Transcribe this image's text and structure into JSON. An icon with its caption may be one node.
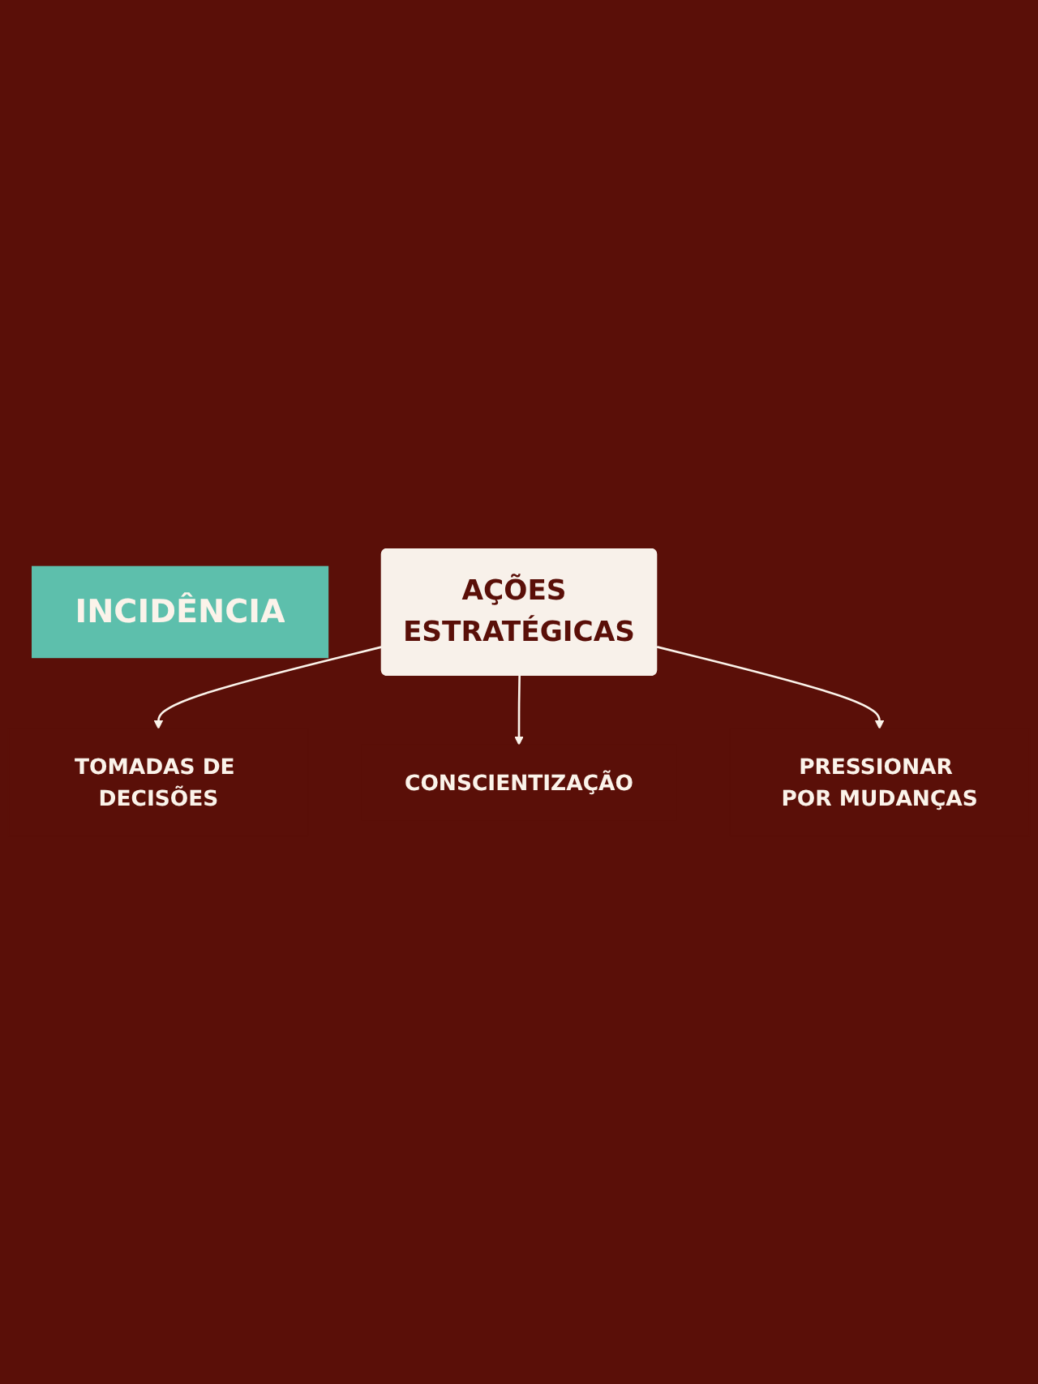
{
  "diagram": {
    "nodes": [
      {
        "text": [
          "INCIDÊNCIA"
        ]
      },
      {
        "text": [
          "AÇÕES ESTRATÉGICAS"
        ]
      },
      {
        "text": [
          "TOMADAS DE DECISÕES"
        ]
      },
      {
        "text": [
          "CONSCIENTIZAÇÃO"
        ]
      },
      {
        "text": [
          "PRESSIONAR POR MUDANÇAS"
        ]
      }
    ],
    "edges": [
      {
        "from": 1,
        "to": 2,
        "arrow": "to"
      },
      {
        "from": 1,
        "to": 3,
        "arrow": "to"
      },
      {
        "from": 1,
        "to": 4,
        "arrow": "to"
      }
    ]
  }
}
